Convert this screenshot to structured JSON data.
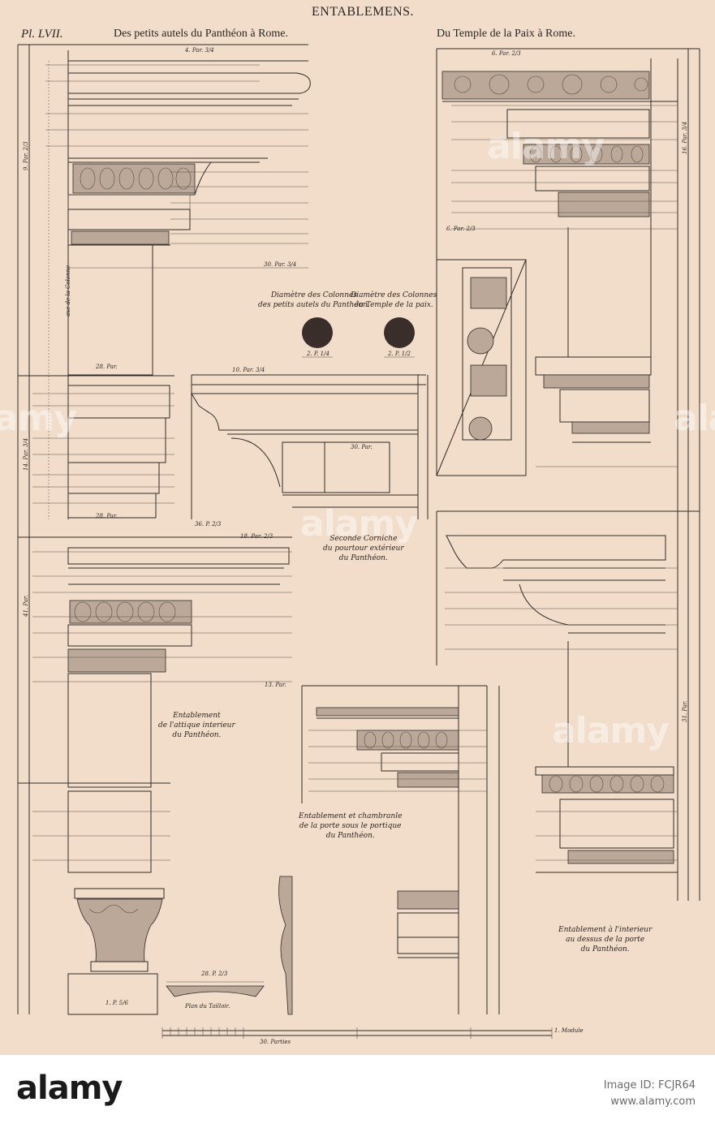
{
  "header": {
    "title": "ENTABLEMENS.",
    "plate_number": "Pl. LVII.",
    "left_subtitle": "Des petits autels du Panthéon à Rome.",
    "right_subtitle": "Du Temple de la Paix à Rome."
  },
  "captions": {
    "diameter_left": [
      "Diamètre des Colonnes",
      "des petits autels du Panthéon."
    ],
    "diameter_right": [
      "Diamètre des Colonnes",
      "du Temple de la paix."
    ],
    "second_corniche": [
      "Seconde Corniche",
      "du pourtour extérieur",
      "du Panthéon."
    ],
    "attic_entablature": [
      "Entablement",
      "de l'attique interieur",
      "du Panthéon."
    ],
    "door_entablature": [
      "Entablement et chambranle",
      "de la porte sous le portique",
      "du Panthéon."
    ],
    "interior_entablature": [
      "Entablement à l'interieur",
      "au dessus de la porte",
      "du Panthéon."
    ],
    "abacus_plan": "Plan du Tailloir.",
    "column_axis": "axe de la Colonne"
  },
  "scale": {
    "left_label": "30. Parties",
    "right_label": "1. Module"
  },
  "measurements": {
    "top_left_width": "4. Par. 3/4",
    "top_left_bottom": "30. Par. 3/4",
    "top_left_side": "9. Par. 2/3",
    "top_right_width": "6. Par. 2/3",
    "top_right_side": "16. Par. 3/4",
    "top_right_lower": "6. Par. 2/3",
    "mid_left_width": "28. Par.",
    "mid_left_bottom": "28. Par.",
    "mid_left_side": "14. Par. 3/4",
    "corniche_width": "10. Par. 3/4",
    "corniche_inner": "30. Par.",
    "corniche_bottom": "36. P. 2/3",
    "attic_top": "18. Par. 2/3",
    "attic_bottom": "13. Par.",
    "attic_side": "41. Par.",
    "right_mid_side": "31. Par.",
    "diameter_left_value": "2. P. 1/4",
    "diameter_right_value": "2. P. 1/2",
    "abacus_value": "28. P. 2/3",
    "capital_value": "1. P. 5/6"
  },
  "footer": {
    "brand": "alamy",
    "image_id_line": "Image ID: FCJR64",
    "url": "www.alamy.com"
  },
  "watermark": "alamy"
}
